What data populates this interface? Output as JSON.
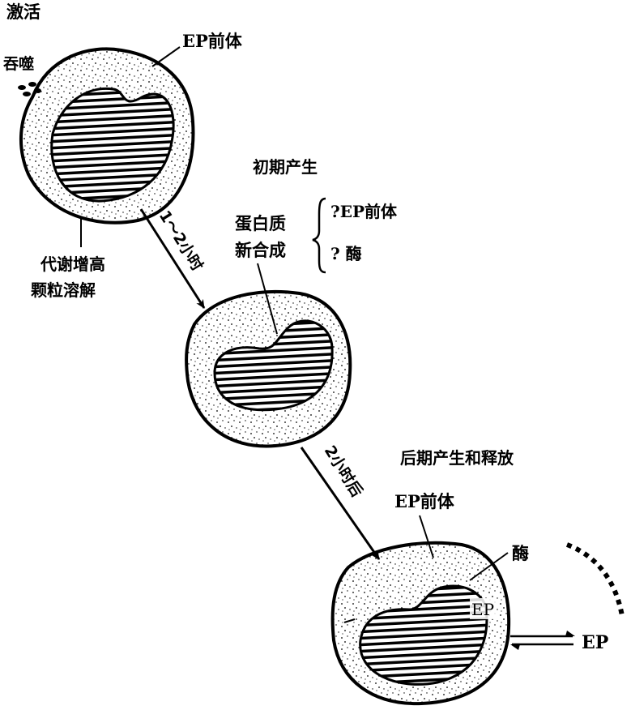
{
  "labels": {
    "activation": "激活",
    "phagocytosis": "吞噬",
    "ep_precursor_1": "EP前体",
    "metabolism_line1": "代谢增高",
    "metabolism_line2": "颗粒溶解",
    "arrow1_time": "1～2小时",
    "early_production": "初期产生",
    "protein_line1": "蛋白质",
    "protein_line2": "新合成",
    "q_ep_precursor": "?EP前体",
    "q_enzyme": "? 酶",
    "arrow2_time": "2小时后",
    "late_production": "后期产生和释放",
    "ep_precursor_3": "EP前体",
    "enzyme_3": "酶",
    "ep_inside": "EP",
    "ep_released": "EP"
  }
}
